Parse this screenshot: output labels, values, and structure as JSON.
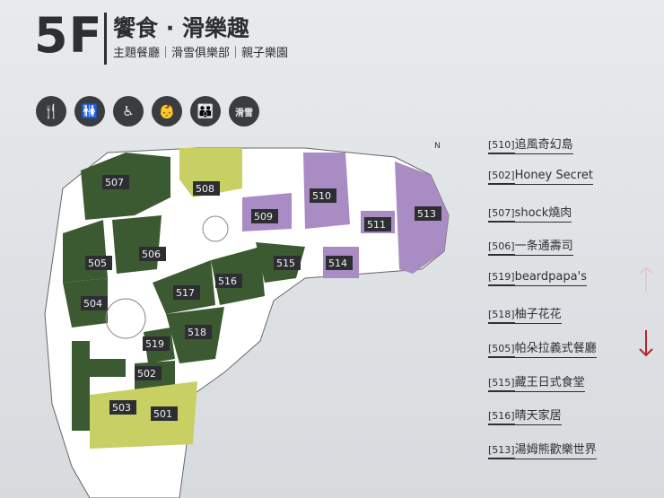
{
  "header": {
    "floor": "5F",
    "title": "饗食 · 滑樂趣",
    "subtitle": "主題餐廳｜滑雪俱樂部｜親子樂園"
  },
  "facilities": [
    {
      "name": "dining-icon",
      "glyph": "🍴"
    },
    {
      "name": "restroom-icon",
      "glyph": "🚻"
    },
    {
      "name": "accessible-icon",
      "glyph": "♿"
    },
    {
      "name": "nursing-room-icon",
      "glyph": "👶"
    },
    {
      "name": "family-restroom-icon",
      "glyph": "👪"
    },
    {
      "name": "ski-icon",
      "glyph": "滑雪"
    }
  ],
  "map": {
    "north_label": "N",
    "units": {
      "507": "507",
      "508": "508",
      "509": "509",
      "510": "510",
      "511": "511",
      "513": "513",
      "514": "514",
      "515": "515",
      "516": "516",
      "517": "517",
      "518": "518",
      "519": "519",
      "502": "502",
      "503": "503",
      "504": "504",
      "505": "505",
      "506": "506",
      "501": "501"
    },
    "colors": {
      "restaurant_green": "#3c5a32",
      "kids_purple": "#a98cc4",
      "lime": "#c8cf63",
      "floor": "#ffffff"
    }
  },
  "stores": [
    {
      "code": "[510]",
      "name": "追風奇幻島"
    },
    {
      "code": "[502]",
      "name": "Honey Secret"
    },
    {
      "code": "[507]",
      "name": "shock燒肉"
    },
    {
      "code": "[506]",
      "name": "一条通壽司"
    },
    {
      "code": "[519]",
      "name": "beardpapa's"
    },
    {
      "code": "[518]",
      "name": "柚子花花"
    },
    {
      "code": "[505]",
      "name": "帕朵拉義式餐廳"
    },
    {
      "code": "[515]",
      "name": "藏王日式食堂"
    },
    {
      "code": "[516]",
      "name": "晴天家居"
    },
    {
      "code": "[513]",
      "name": "湯姆熊歡樂世界"
    }
  ],
  "scroll": {
    "up_color": "#e6c9cb",
    "down_color": "#b0262b"
  }
}
